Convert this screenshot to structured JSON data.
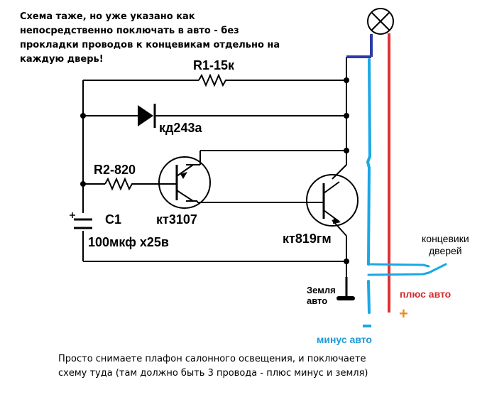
{
  "notes": {
    "top": "Схема таже, но уже указано как непосредственно поключать в авто - без прокладки проводов к концевикам отдельно на каждую дверь!",
    "bottom": "Просто снимаете плафон салонного освещения, и поключаете схему туда (там должно быть 3 провода - плюс минус и земля)"
  },
  "components": {
    "r1": "R1-15к",
    "diode": "кд243а",
    "r2": "R2-820",
    "c1_name": "C1",
    "c1_value": "100мкф х25в",
    "t1": "кт3107",
    "t2": "кт819гм"
  },
  "labels": {
    "ground": "Земля\nавто",
    "door_switches": "концевики\nдверей",
    "plus": "плюс авто",
    "plus_sign": "+",
    "minus": "минус авто",
    "minus_sign": "−"
  },
  "colors": {
    "wire": "#000000",
    "minus_wire": "#1aa7e6",
    "plus_wire": "#e03030",
    "lamp_wire": "#2d3aa8",
    "plus_label": "#d42a2a",
    "plus_sign": "#f08a1c",
    "minus_label": "#1e9bd7"
  }
}
